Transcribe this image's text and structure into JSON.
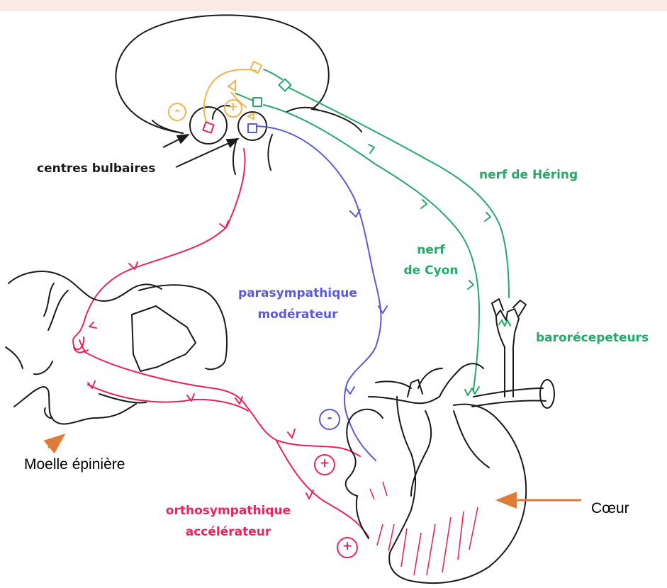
{
  "colors": {
    "black": "#1a1a1a",
    "pink": "#e8245a",
    "green": "#25a86b",
    "blue": "#5a5ad6",
    "orange": "#f0b44c",
    "arrow": "#e07b39",
    "topbar": "#fbe9e3"
  },
  "labels": {
    "centres": "centres bulbaires",
    "hering": "nerf de Héring",
    "cyon_1": "nerf",
    "cyon_2": "de Cyon",
    "para_1": "parasympathique",
    "para_2": "modérateur",
    "baro": "barorécepeteurs",
    "ortho_1": "orthosympathique",
    "ortho_2": "accélérateur",
    "moelle": "Moelle épinière",
    "coeur": "Cœur"
  },
  "signs": {
    "orange_minus": "-",
    "orange_plus": "+",
    "blue_minus": "-",
    "pink_plus_1": "+",
    "pink_plus_2": "+"
  }
}
